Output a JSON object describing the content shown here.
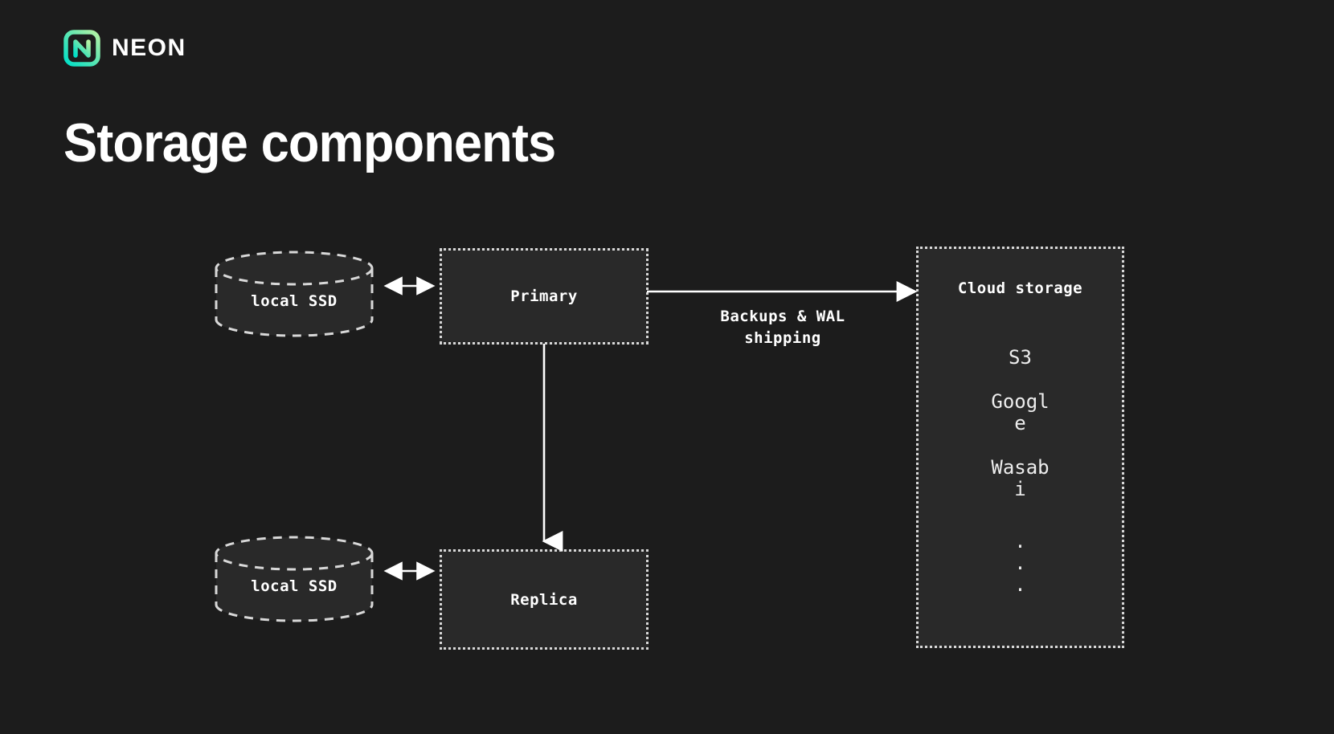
{
  "brand": {
    "name": "NEON",
    "logo_icon": "neon-logo-icon",
    "gradient_from": "#00e5c0",
    "gradient_to": "#aaf0a0"
  },
  "page": {
    "title": "Storage components",
    "background": "#1c1c1c",
    "node_fill": "#292929",
    "stroke": "#d8d8d8",
    "text": "#ffffff"
  },
  "diagram": {
    "nodes": {
      "primary": {
        "label": "Primary"
      },
      "replica": {
        "label": "Replica"
      },
      "ssd_top": {
        "label": "local SSD"
      },
      "ssd_bottom": {
        "label": "local SSD"
      },
      "cloud": {
        "title": "Cloud storage",
        "items": [
          "S3",
          "Google",
          "Wasabi"
        ],
        "ellipsis": [
          ".",
          ".",
          "."
        ]
      }
    },
    "edges": {
      "primary_to_cloud": {
        "label_line1": "Backups & WAL",
        "label_line2": "shipping",
        "arrow": "arrow-right-icon"
      },
      "ssd_top_to_primary": {
        "arrow": "arrow-bidirectional-icon"
      },
      "ssd_bottom_to_replica": {
        "arrow": "arrow-bidirectional-icon"
      },
      "primary_to_replica": {
        "arrow": "arrow-down-icon"
      }
    }
  }
}
